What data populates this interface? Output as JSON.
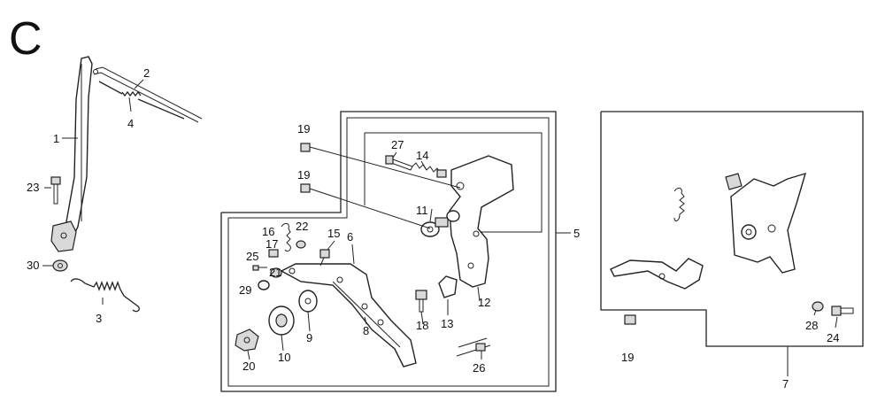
{
  "section_letter": "C",
  "callouts": {
    "c1": "1",
    "c2": "2",
    "c3": "3",
    "c4": "4",
    "c5": "5",
    "c6": "6",
    "c7": "7",
    "c8": "8",
    "c9": "9",
    "c10": "10",
    "c11": "11",
    "c12": "12",
    "c13": "13",
    "c14": "14",
    "c15": "15",
    "c16": "16",
    "c17": "17",
    "c18": "18",
    "c19a": "19",
    "c19b": "19",
    "c19c": "19",
    "c20": "20",
    "c21": "21",
    "c22": "22",
    "c23": "23",
    "c24": "24",
    "c25": "25",
    "c26": "26",
    "c27": "27",
    "c28": "28",
    "c29": "29",
    "c30": "30"
  }
}
